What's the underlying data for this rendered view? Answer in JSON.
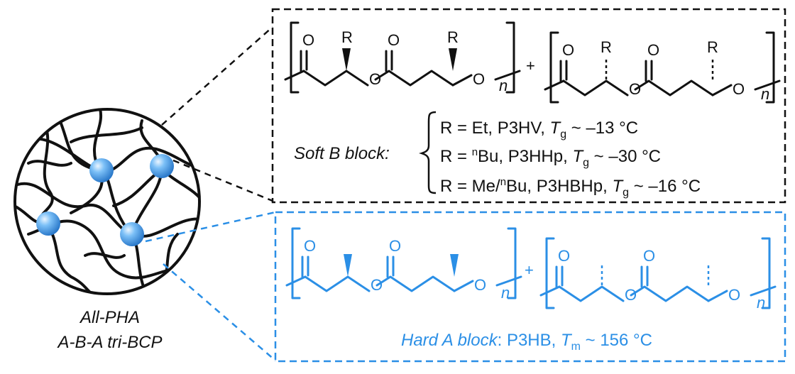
{
  "colors": {
    "black": "#111111",
    "blue": "#2b8fe6",
    "node": "#4aa6f2"
  },
  "network_caption": {
    "line1": "All-PHA",
    "line2": "A-B-A tri-BCP"
  },
  "soft_block": {
    "struct_labels": {
      "carbonyl_o": "O",
      "ester_o": "O",
      "r": "R",
      "n": "n",
      "plus": "+"
    },
    "label": "Soft B block:",
    "options": [
      {
        "pre": "R = Et, P3HV, ",
        "t": "T",
        "sub": "g",
        "post": " ~ –13 °C"
      },
      {
        "pre": "R = ",
        "sup": "n",
        "mid": "Bu, P3HHp, ",
        "t": "T",
        "sub": "g",
        "post": " ~ –30 °C"
      },
      {
        "pre": "R = Me/",
        "sup": "n",
        "mid": "Bu, P3HBHp, ",
        "t": "T",
        "sub": "g",
        "post": " ~ –16 °C"
      }
    ]
  },
  "hard_block": {
    "struct_labels": {
      "carbonyl_o": "O",
      "ester_o": "O",
      "n": "n",
      "plus": "+"
    },
    "label_italic": "Hard A block",
    "label_rest": ": P3HB, ",
    "t": "T",
    "sub": "m",
    "post": " ~ 156 °C"
  }
}
